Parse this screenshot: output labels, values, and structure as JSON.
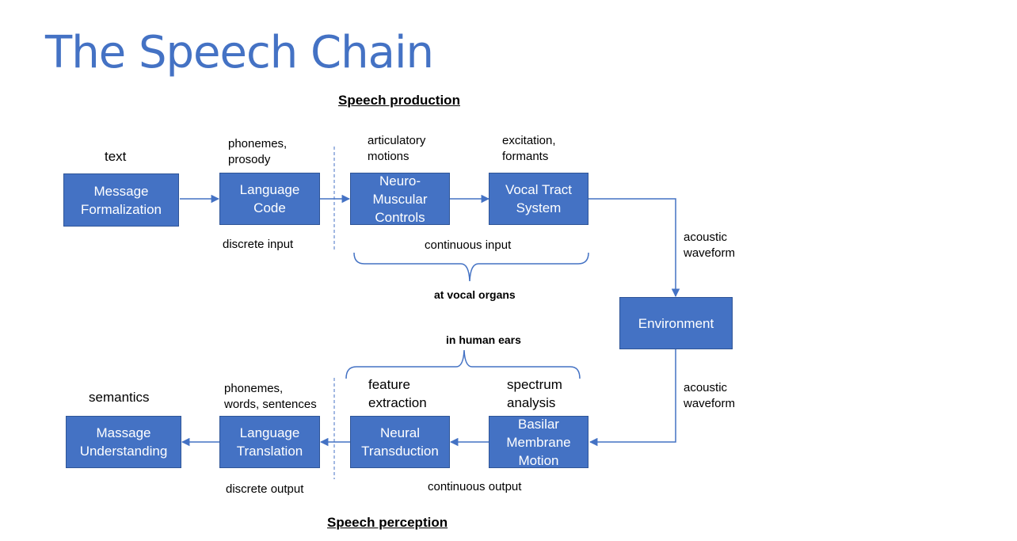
{
  "title": "The Speech Chain",
  "sections": {
    "production": "Speech production",
    "perception": "Speech perception"
  },
  "boxes": {
    "message_formalization": "Message\nFormalization",
    "language_code": "Language\nCode",
    "neuro_muscular": "Neuro-\nMuscular\nControls",
    "vocal_tract": "Vocal Tract\nSystem",
    "environment": "Environment",
    "massage_understanding": "Massage\nUnderstanding",
    "language_translation": "Language\nTranslation",
    "neural_transduction": "Neural\nTransduction",
    "basilar_membrane": "Basilar\nMembrane\nMotion"
  },
  "labels": {
    "text": "text",
    "phonemes_prosody": "phonemes,\nprosody",
    "articulatory_motions": "articulatory\nmotions",
    "excitation_formants": "excitation,\nformants",
    "discrete_input": "discrete input",
    "continuous_input": "continuous input",
    "at_vocal_organs": "at vocal organs",
    "acoustic_waveform_top": "acoustic\nwaveform",
    "acoustic_waveform_bottom": "acoustic\nwaveform",
    "in_human_ears": "in human ears",
    "semantics": "semantics",
    "phonemes_words_sentences": "phonemes,\nwords, sentences",
    "feature_extraction": "feature\nextraction",
    "spectrum_analysis": "spectrum\nanalysis",
    "discrete_output": "discrete output",
    "continuous_output": "continuous output"
  },
  "colors": {
    "box_fill": "#4472C4",
    "box_border": "#2F5597",
    "line": "#4472C4",
    "title": "#4472C4"
  }
}
